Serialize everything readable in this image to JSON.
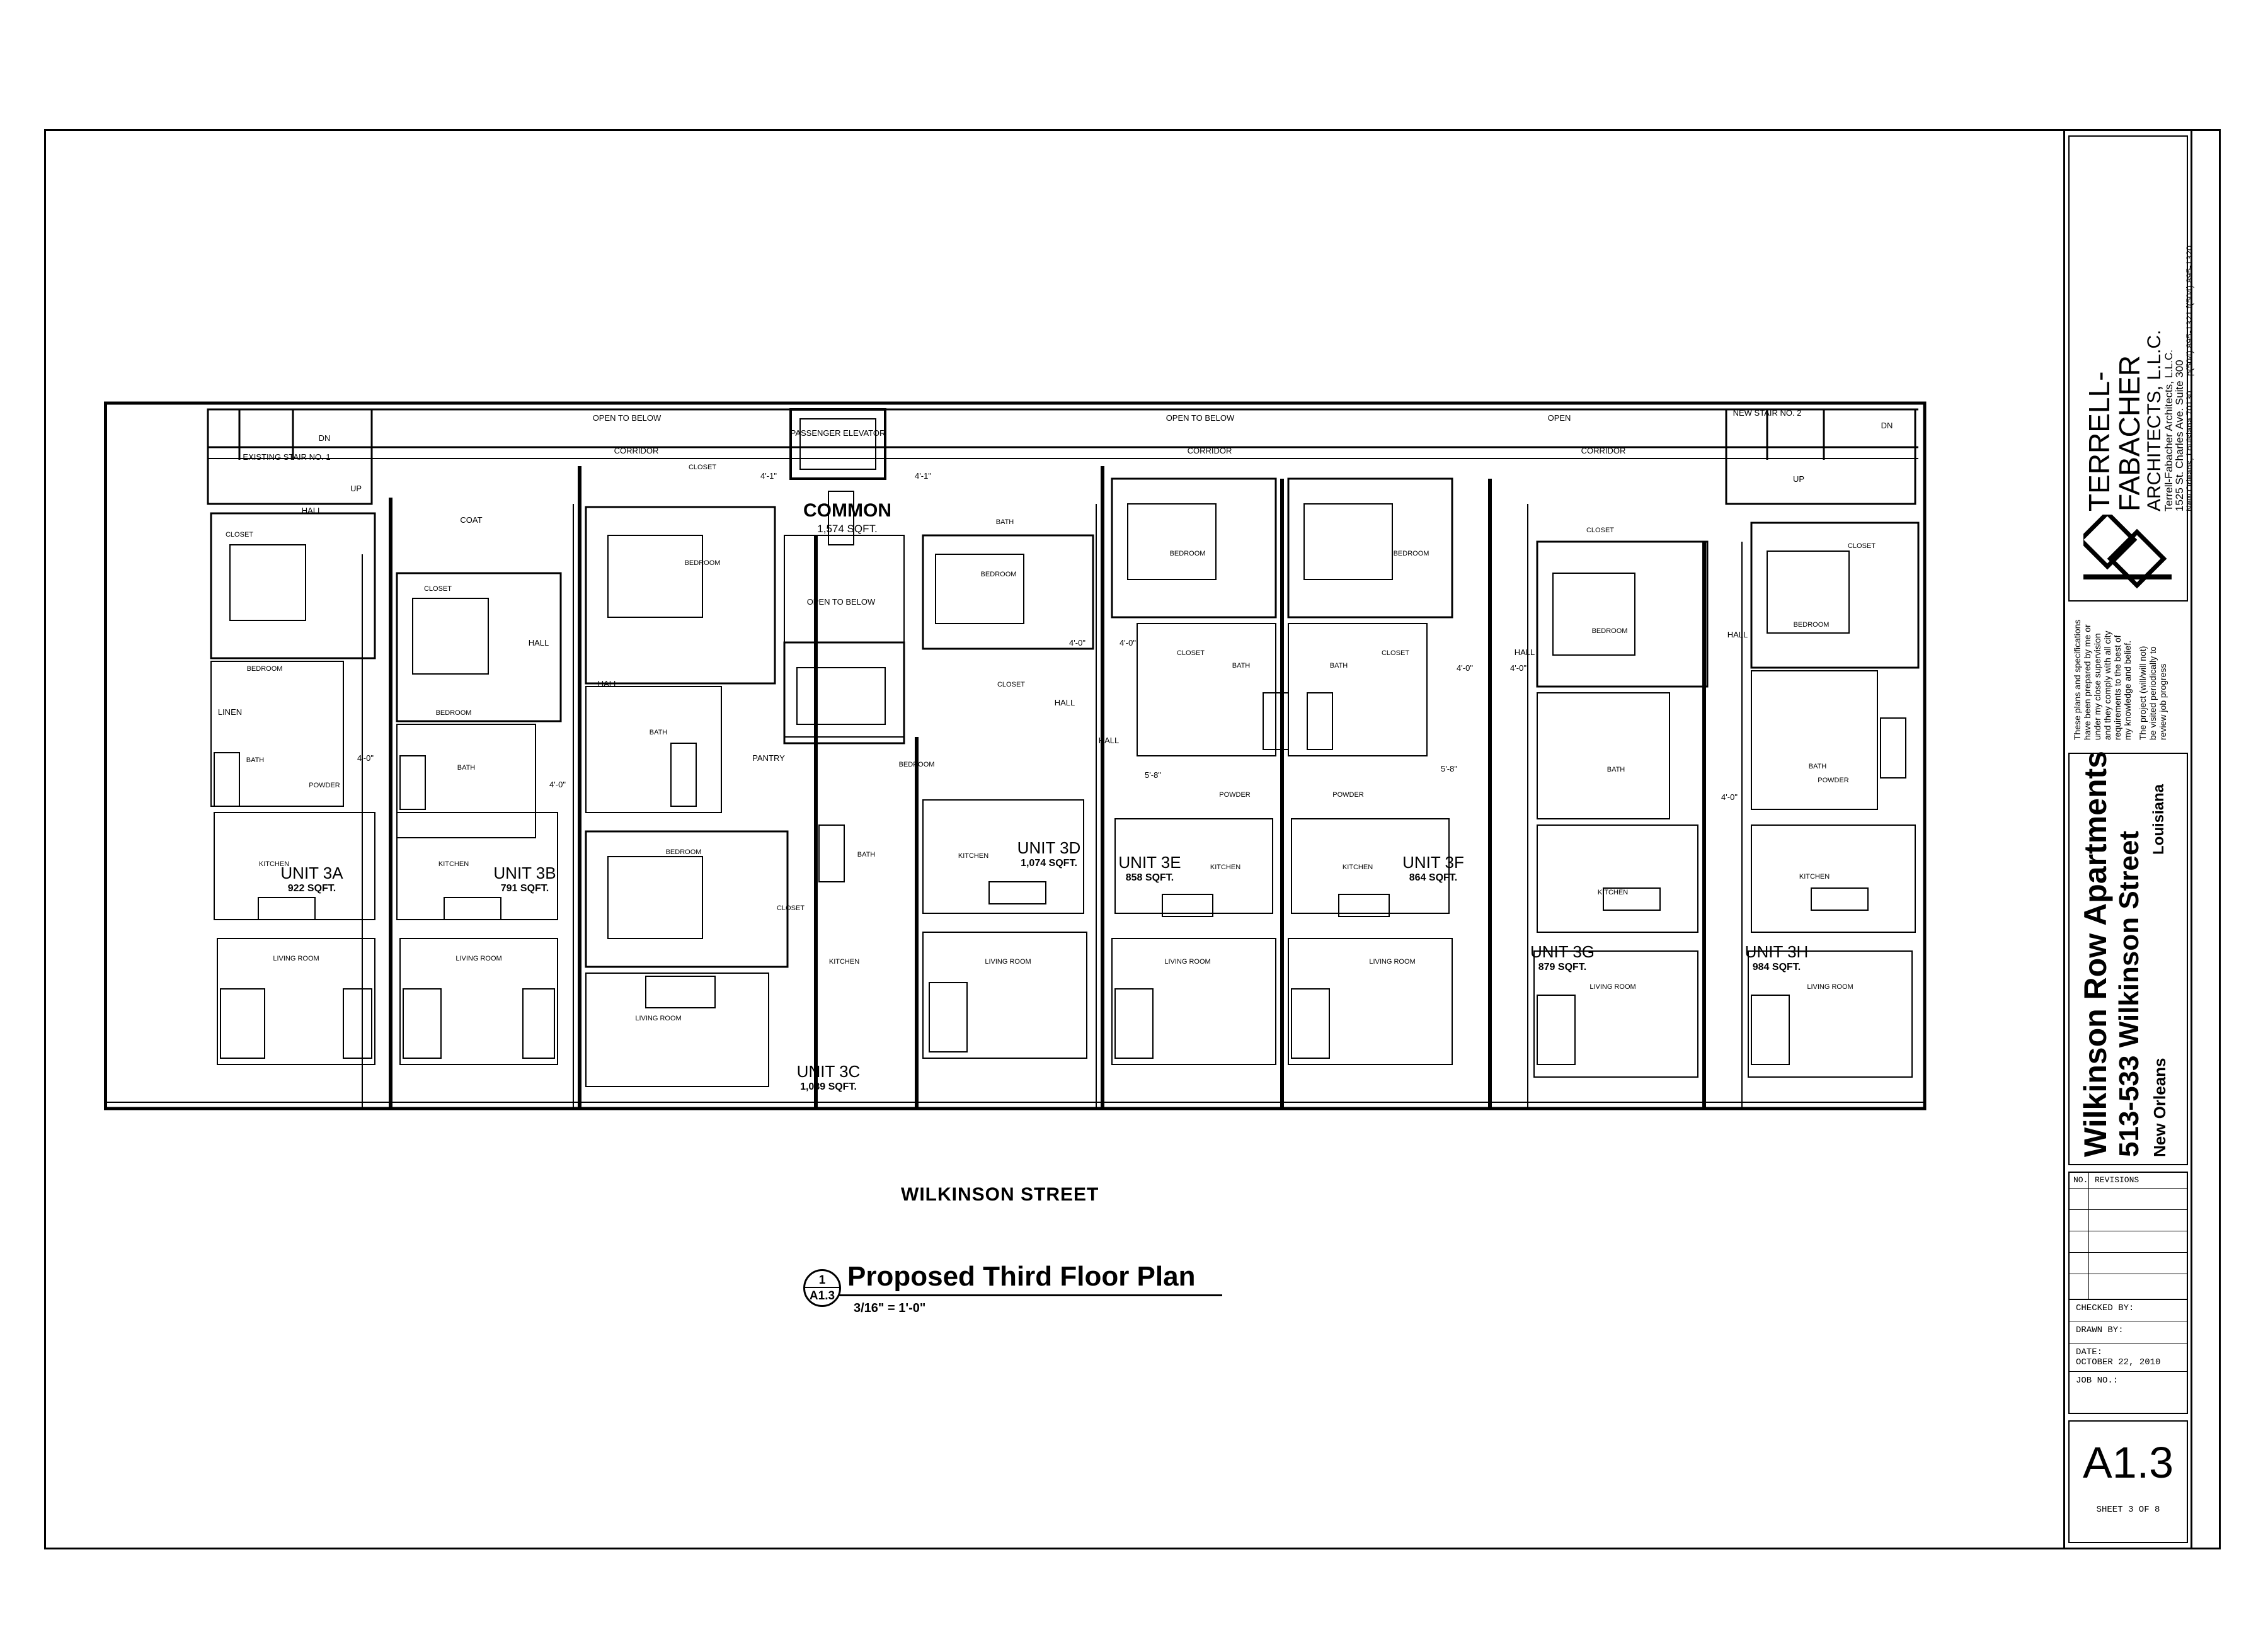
{
  "plan": {
    "labels": {
      "open_to_below": "OPEN TO BELOW",
      "open": "OPEN",
      "corridor": "CORRIDOR",
      "passenger_elevator": "PASSENGER ELEVATOR",
      "existing_stair": "EXISTING STAIR NO. 1",
      "new_stair": "NEW STAIR NO. 2",
      "dn": "DN",
      "up": "UP",
      "common": "COMMON",
      "common_area": "1,574 SQFT.",
      "open_to_below_center": "OPEN TO BELOW",
      "hall": "HALL",
      "coat": "COAT",
      "linen": "LINEN",
      "pantry": "PANTRY",
      "dim_4_0": "4'-0\"",
      "dim_4_1": "4'-1\"",
      "dim_5_8": "5'-8\""
    },
    "units": [
      {
        "name": "UNIT 3A",
        "area": "922 SQFT.",
        "rooms": [
          "CLOSET",
          "BEDROOM",
          "BATH",
          "POWDER",
          "KITCHEN",
          "LIVING ROOM"
        ]
      },
      {
        "name": "UNIT 3B",
        "area": "791 SQFT.",
        "rooms": [
          "CLOSET",
          "BEDROOM",
          "BATH",
          "KITCHEN",
          "LIVING ROOM"
        ]
      },
      {
        "name": "UNIT 3C",
        "area": "1,089 SQFT.",
        "rooms": [
          "CLOSET",
          "BEDROOM",
          "BATH",
          "BEDROOM",
          "CLOSET",
          "KITCHEN",
          "LIVING ROOM"
        ]
      },
      {
        "name": "UNIT 3D",
        "area": "1,074 SQFT.",
        "rooms": [
          "BATH",
          "BEDROOM",
          "CLOSET",
          "BEDROOM",
          "BATH",
          "KITCHEN",
          "LIVING ROOM"
        ]
      },
      {
        "name": "UNIT 3E",
        "area": "858 SQFT.",
        "rooms": [
          "BEDROOM",
          "CLOSET",
          "BATH",
          "POWDER",
          "KITCHEN",
          "LIVING ROOM"
        ]
      },
      {
        "name": "UNIT 3F",
        "area": "864 SQFT.",
        "rooms": [
          "BEDROOM",
          "CLOSET",
          "BATH",
          "POWDER",
          "KITCHEN",
          "LIVING ROOM"
        ]
      },
      {
        "name": "UNIT 3G",
        "area": "879 SQFT.",
        "rooms": [
          "CLOSET",
          "BEDROOM",
          "BATH",
          "KITCHEN",
          "LIVING ROOM"
        ]
      },
      {
        "name": "UNIT 3H",
        "area": "984 SQFT.",
        "rooms": [
          "CLOSET",
          "BEDROOM",
          "BATH",
          "POWDER",
          "KITCHEN",
          "LIVING ROOM"
        ]
      }
    ]
  },
  "street_label": "WILKINSON STREET",
  "drawing": {
    "number": "1",
    "sheet_ref": "A1.3",
    "title": "Proposed Third Floor Plan",
    "scale": "3/16\" = 1'-0\""
  },
  "title_block": {
    "firm_line1": "TERRELL-",
    "firm_line2": "FABACHER",
    "firm_line3": "ARCHITECTS, L.L.C.",
    "firm_address": [
      "Terrell-Fabacher Architects, L.L.C.",
      "1525 St. Charles Ave. Suite 300",
      "New Orleans, Louisiana 70130",
      "p(504) 895-1321 f(504) 895-1320"
    ],
    "certification": [
      "These plans and specifications",
      "have been prepared by me or",
      "under my close supervision",
      "and they comply with all city",
      "requirements to the best of",
      "my knowledge and belief.",
      "The project (will/will not)",
      "be visited periodically to",
      "review job progress"
    ],
    "project_name": "Wilkinson Row Apartments",
    "project_address": "513-533 Wilkinson Street",
    "city": "New Orleans",
    "state": "Louisiana",
    "revisions_no": "NO.",
    "revisions_label": "REVISIONS",
    "checked_by": "CHECKED BY:",
    "drawn_by": "DRAWN BY:",
    "date_label": "DATE:",
    "date_value": "OCTOBER 22, 2010",
    "job_no": "JOB NO.:",
    "sheet_number": "A1.3",
    "sheet_of": "SHEET 3 OF 8"
  }
}
